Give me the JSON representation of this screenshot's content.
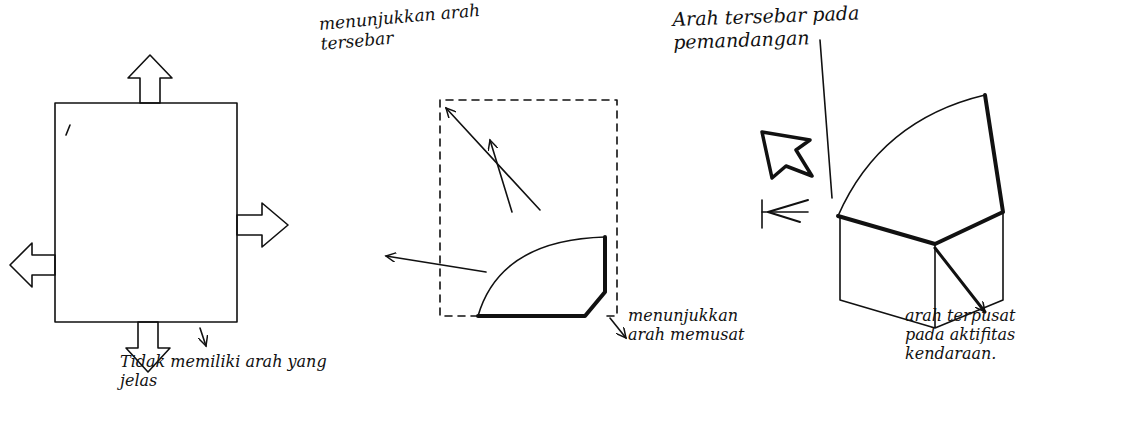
{
  "diagram": {
    "labels": [
      "Arah tersebar pada pemandangan",
      "menunjukkan arah tersebar",
      "Tidak memiliki arah yang jelas",
      "menunjukkan arah memusat",
      "arah terpusat pada aktifitas kendaraan."
    ]
  }
}
